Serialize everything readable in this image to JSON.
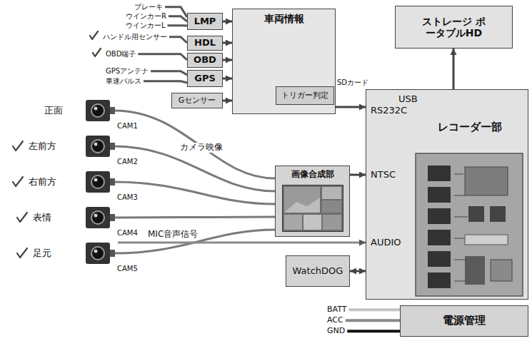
{
  "diagram": {
    "nodes": [
      {
        "text": [
          "LMP"
        ]
      },
      {
        "text": [
          "車両情報"
        ]
      },
      {
        "text": [
          "ストレージ ポータブルHD"
        ]
      },
      {
        "text": [
          "HDL"
        ]
      },
      {
        "text": [
          "OBD"
        ]
      },
      {
        "text": [
          "GPS"
        ]
      },
      {
        "text": [
          "トリガー判定"
        ],
        "in": 1
      },
      {
        "text": [
          "Gセンサー"
        ]
      },
      {
        "text": [
          "USB",
          "RS232C",
          "レコーダー部",
          "NTSC",
          "AUDIO"
        ]
      },
      {
        "text": [
          "画像合成部"
        ]
      },
      {
        "text": [
          "WatchDOG"
        ]
      },
      {
        "text": [
          "電源管理"
        ]
      }
    ],
    "edges": [
      {
        "from": 0,
        "to": 1,
        "arrow": "to"
      },
      {
        "from": 3,
        "to": 1,
        "arrow": "to"
      },
      {
        "from": 4,
        "to": 1,
        "arrow": "to"
      },
      {
        "from": 5,
        "to": 1,
        "arrow": "to"
      },
      {
        "from": 7,
        "to": 1,
        "arrow": "to"
      },
      {
        "from": 1,
        "to": 8,
        "arrow": "to"
      },
      {
        "from": 8,
        "to": 2,
        "arrow": "to"
      },
      {
        "from": 9,
        "to": 8,
        "arrow": "to"
      },
      {
        "from": 10,
        "to": 8,
        "arrow": "both"
      }
    ],
    "labels": [
      "ブレーキ",
      "ウインカーR",
      "ウインカーL",
      "ハンドル用センサー",
      "OBD端子",
      "GPSアンテナ",
      "車速パルス",
      "SDカード",
      "正面",
      "左前方",
      "右前方",
      "表情",
      "足元",
      "CAM1",
      "CAM2",
      "CAM3",
      "CAM4",
      "CAM5",
      "カメラ映像",
      "MIC音声信号",
      "BATT",
      "ACC",
      "GND"
    ]
  }
}
